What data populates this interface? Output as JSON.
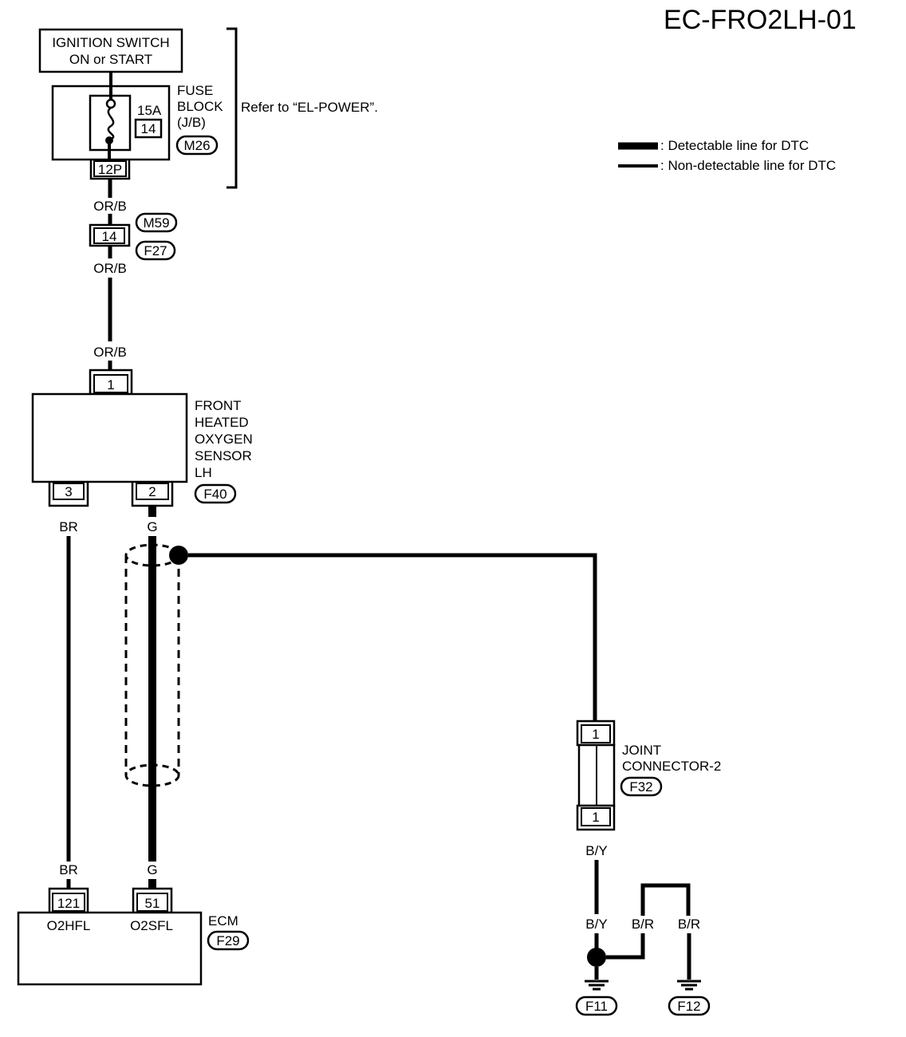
{
  "diagram_code": "EC-FRO2LH-01",
  "legend": {
    "detectable": ": Detectable line for DTC",
    "non_detectable": ": Non-detectable line for DTC"
  },
  "ignition": {
    "line1": "IGNITION SWITCH",
    "line2": "ON or START"
  },
  "fuse_block": {
    "line1": "FUSE",
    "line2": "BLOCK",
    "line3": "(J/B)",
    "amps": "15A",
    "fuse_no": "14",
    "connector": "M26",
    "pin": "12P"
  },
  "refer_note": "Refer to “EL-POWER”.",
  "inline_connector": {
    "pin": "14",
    "conn_top": "M59",
    "conn_bottom": "F27"
  },
  "wires": {
    "orb_1": "OR/B",
    "orb_2": "OR/B",
    "orb_3": "OR/B",
    "br_top": "BR",
    "g_top": "G",
    "br_bottom": "BR",
    "g_bottom": "G",
    "by_top": "B/Y",
    "by_bottom": "B/Y",
    "br_1": "B/R",
    "br_2": "B/R"
  },
  "sensor": {
    "line1": "FRONT",
    "line2": "HEATED",
    "line3": "OXYGEN",
    "line4": "SENSOR",
    "line5": "LH",
    "connector": "F40",
    "pin_top": "1",
    "pin_left": "3",
    "pin_right": "2"
  },
  "joint": {
    "line1": "JOINT",
    "line2": "CONNECTOR-2",
    "connector": "F32",
    "pin_top": "1",
    "pin_bottom": "1"
  },
  "ecm": {
    "name": "ECM",
    "connector": "F29",
    "pin_left": "121",
    "pin_right": "51",
    "term_left": "O2HFL",
    "term_right": "O2SFL"
  },
  "grounds": {
    "g1": "F11",
    "g2": "F12"
  }
}
